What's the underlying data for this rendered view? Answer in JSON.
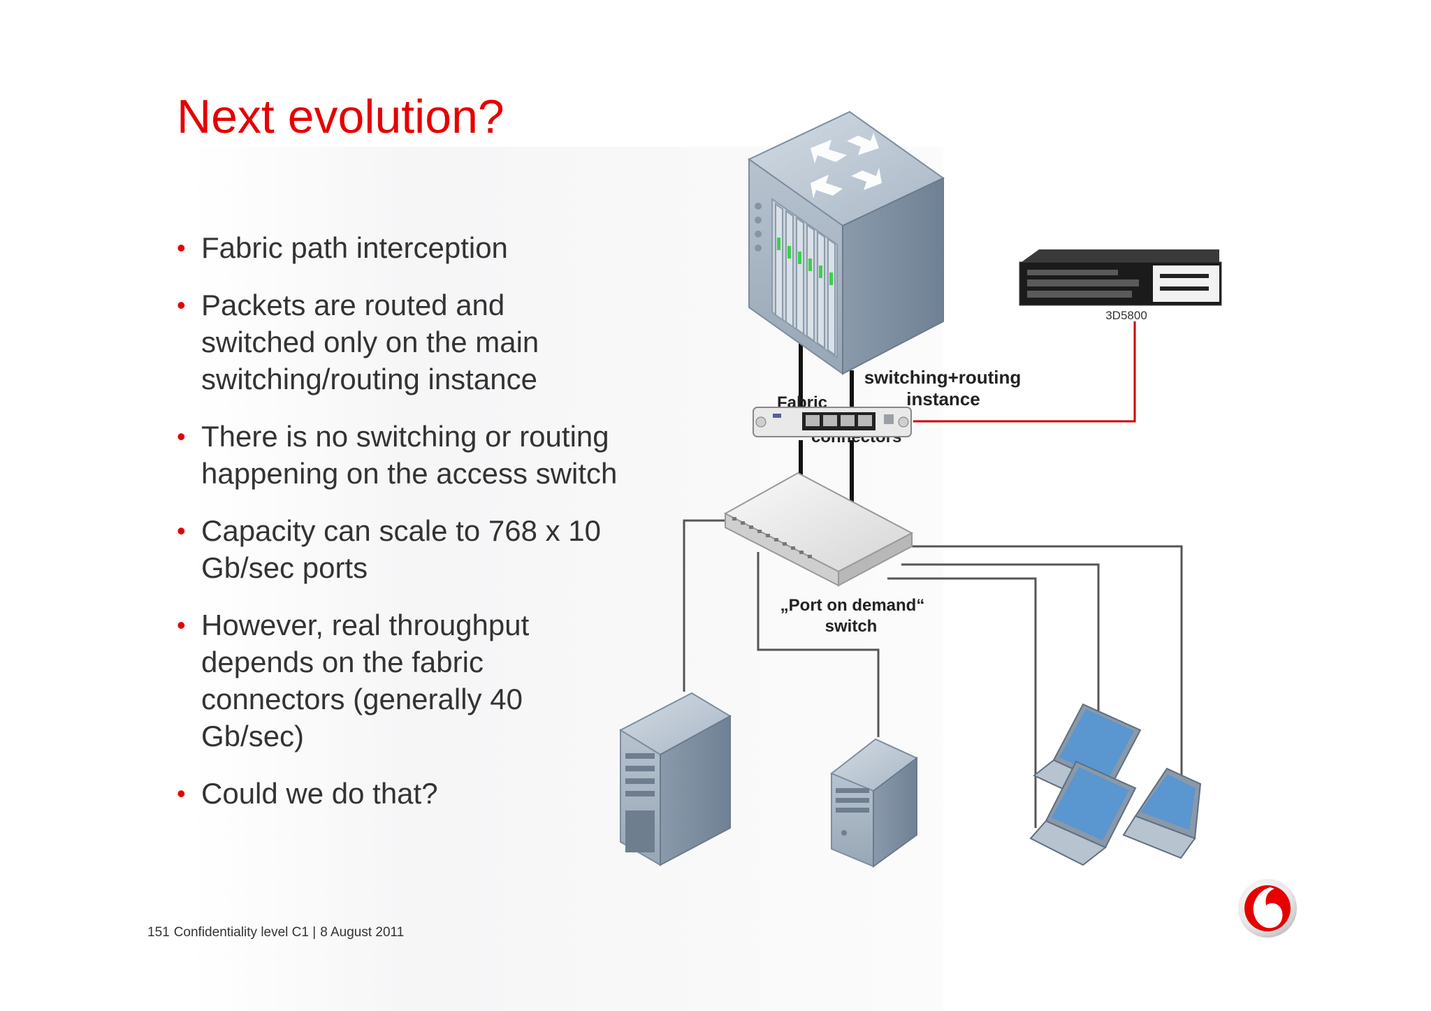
{
  "slide": {
    "title": "Next evolution?",
    "bullets": [
      {
        "lines": [
          "Fabric path interception"
        ]
      },
      {
        "lines": [
          "Packets are routed and",
          "switched only on the main",
          "switching/routing instance"
        ]
      },
      {
        "lines": [
          "There is no switching or routing",
          "happening on the access switch"
        ]
      },
      {
        "lines": [
          "Capacity can scale to 768 x 10",
          "Gb/sec ports"
        ]
      },
      {
        "lines": [
          "However, real throughput",
          "depends on the fabric",
          "connectors (generally 40",
          "Gb/sec)"
        ]
      },
      {
        "lines": [
          "Could we do that?"
        ]
      }
    ]
  },
  "diagram": {
    "core_label_1": "switching+routing",
    "core_label_2": "instance",
    "fabric_label_1": "Fabric",
    "fabric_label_2": "connectors",
    "appliance_model": "3D5800",
    "switch_label_1": "„Port on demand“",
    "switch_label_2": "switch"
  },
  "footer": {
    "page": "151",
    "confidentiality": "Confidentiality level  C1 |",
    "date": "8 August 2011"
  },
  "colors": {
    "accent": "#e60000",
    "link_line": "#555555",
    "appliance_link": "#cc0000"
  }
}
